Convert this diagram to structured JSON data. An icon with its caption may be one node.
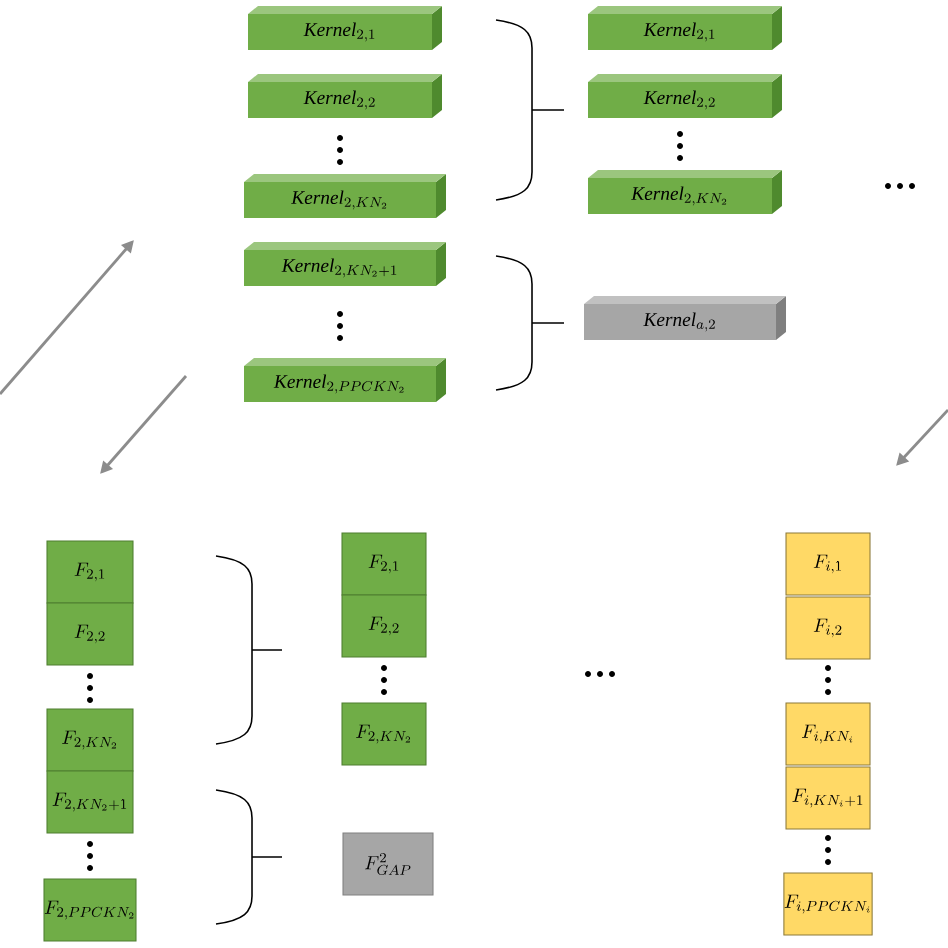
{
  "diagram": {
    "nodes": [
      {
        "text": [
          "\\mathit{Kernel}_{2,1}"
        ]
      },
      {
        "text": [
          "\\mathit{Kernel}_{2,2}"
        ]
      },
      {
        "text": [
          "\\mathit{Kernel}_{2,KN_{2}}"
        ]
      },
      {
        "text": [
          "\\mathit{Kernel}_{2,KN_{2}+1}"
        ]
      },
      {
        "text": [
          "\\mathit{Kernel}_{2,PPCKN_{2}}"
        ]
      },
      {
        "text": [
          "\\mathit{Kernel}_{2,1}"
        ]
      },
      {
        "text": [
          "\\mathit{Kernel}_{2,2}"
        ]
      },
      {
        "text": [
          "\\mathit{Kernel}_{2,KN_{2}}"
        ]
      },
      {
        "text": [
          "\\mathit{Kernel}_{a,2}"
        ]
      },
      {
        "text": [
          "F_{2,1}"
        ]
      },
      {
        "text": [
          "F_{2,2}"
        ]
      },
      {
        "text": [
          "F_{2,KN_{2}}"
        ]
      },
      {
        "text": [
          "F_{2,KN_{2}+1}"
        ]
      },
      {
        "text": [
          "F_{2,PPCKN_{2}}"
        ]
      },
      {
        "text": [
          "F_{2,1}"
        ]
      },
      {
        "text": [
          "F_{2,2}"
        ]
      },
      {
        "text": [
          "F_{2,KN_{2}}"
        ]
      },
      {
        "text": [
          "F^{2}_{GAP}"
        ]
      },
      {
        "text": [
          "F_{i,1}"
        ]
      },
      {
        "text": [
          "F_{i,2}"
        ]
      },
      {
        "text": [
          "F_{i,KN_{i}}"
        ]
      },
      {
        "text": [
          "F_{i,KN_{i}+1}"
        ]
      },
      {
        "text": [
          "F_{i,PPCKN_{i}}"
        ]
      }
    ]
  }
}
